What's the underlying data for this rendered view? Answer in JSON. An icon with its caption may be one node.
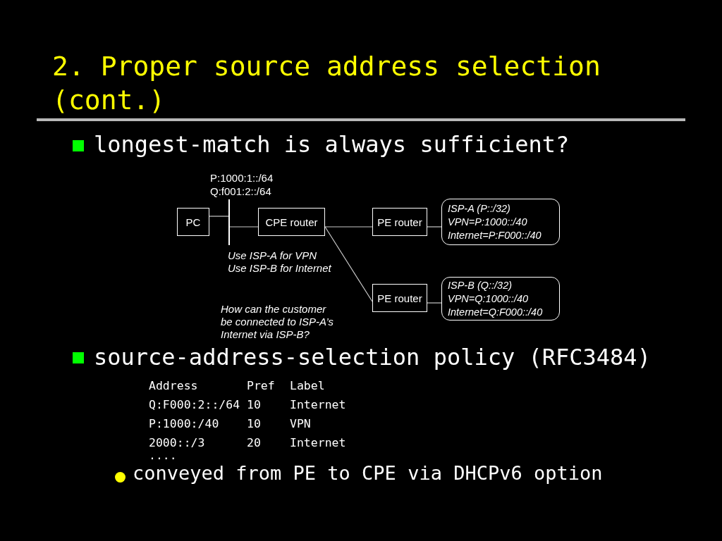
{
  "diagram": {
    "title": "2. Proper source address selection (cont.)",
    "nodes": [
      {
        "text": [
          "PC"
        ]
      },
      {
        "text": [],
        "shape": "bar",
        "beside": [
          "P:1000:1::/64 Q:f001:2::/64"
        ]
      },
      {
        "text": [
          "CPE router"
        ]
      },
      {
        "text": [
          "PE router"
        ]
      },
      {
        "text": [
          "ISP-A (P::/32)",
          "VPN=P:1000::/40",
          "Internet=P:F000::/40"
        ]
      },
      {
        "text": [
          "PE router"
        ]
      },
      {
        "text": [
          "ISP-B (Q::/32)",
          "VPN=Q:1000::/40",
          "Internet=Q:F000::/40"
        ]
      }
    ],
    "edges": [
      {
        "from": 0,
        "to": 1,
        "arrow": "none"
      },
      {
        "from": 1,
        "to": 2,
        "arrow": "none"
      },
      {
        "from": 2,
        "to": 3,
        "arrow": "none"
      },
      {
        "from": 3,
        "to": 4,
        "arrow": "none"
      },
      {
        "from": 2,
        "to": 5,
        "arrow": "none"
      },
      {
        "from": 5,
        "to": 6,
        "arrow": "none"
      }
    ],
    "labels": [
      "longest-match is always sufficient?",
      "Use ISP-A for VPN Use ISP-B for Internet",
      "How can the customer be connected to ISP-A’s Internet via ISP-B?",
      "source-address-selection policy (RFC3484)",
      "Address",
      "Pref",
      "Label",
      "Q:F000:2::/64",
      "10",
      "Internet",
      "P:1000:/40",
      "10",
      "VPN",
      "2000::/3",
      "20",
      "Internet",
      "....",
      "conveyed from PE to CPE via DHCPv6 option"
    ]
  }
}
